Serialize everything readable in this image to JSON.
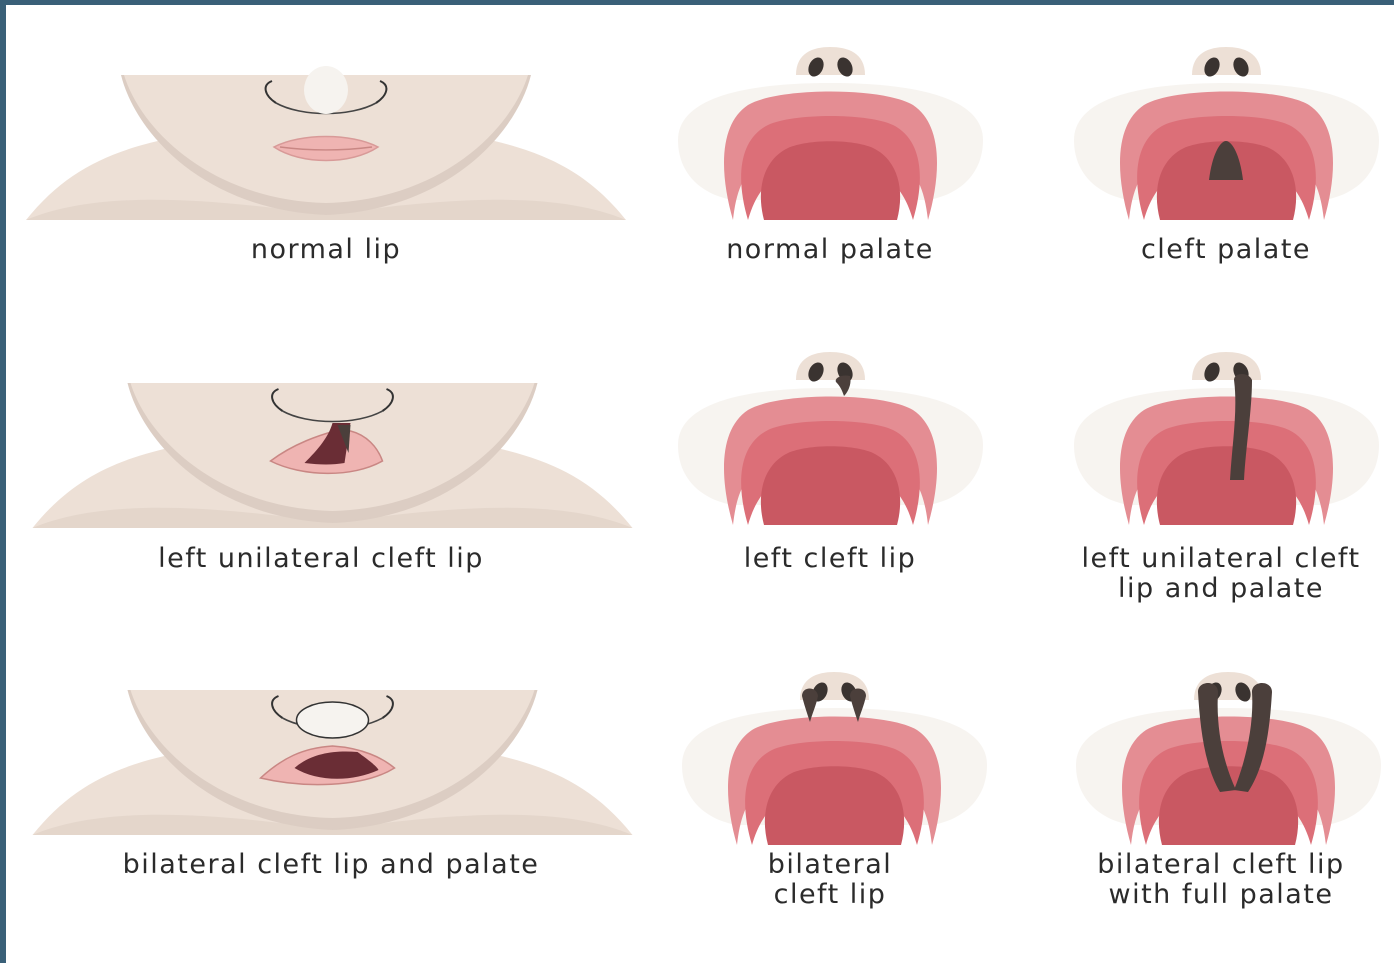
{
  "colors": {
    "border": "#3a6078",
    "skin": "#ede0d6",
    "skin_shadow": "#dccdc3",
    "palate_outer": "#e48d93",
    "palate_mid": "#dc6f78",
    "palate_inner": "#c95862",
    "cleft": "#4b3f3b",
    "lip": "#efb4b2"
  },
  "panels": [
    {
      "view": "face",
      "variant": "normal",
      "caption": "normal lip"
    },
    {
      "view": "palate",
      "variant": "normal",
      "caption": "normal palate"
    },
    {
      "view": "palate",
      "variant": "cleft-palate",
      "caption": "cleft palate"
    },
    {
      "view": "face",
      "variant": "left-unilateral",
      "caption": "left unilateral cleft lip"
    },
    {
      "view": "palate",
      "variant": "left-lip",
      "caption": "left cleft lip"
    },
    {
      "view": "palate",
      "variant": "left-lip-palate",
      "caption": "left unilateral cleft\nlip and palate"
    },
    {
      "view": "face",
      "variant": "bilateral",
      "caption": "bilateral cleft lip and palate"
    },
    {
      "view": "palate",
      "variant": "bilateral-lip",
      "caption": "bilateral\ncleft lip"
    },
    {
      "view": "palate",
      "variant": "bilateral-full",
      "caption": "bilateral cleft lip\nwith full palate"
    }
  ]
}
